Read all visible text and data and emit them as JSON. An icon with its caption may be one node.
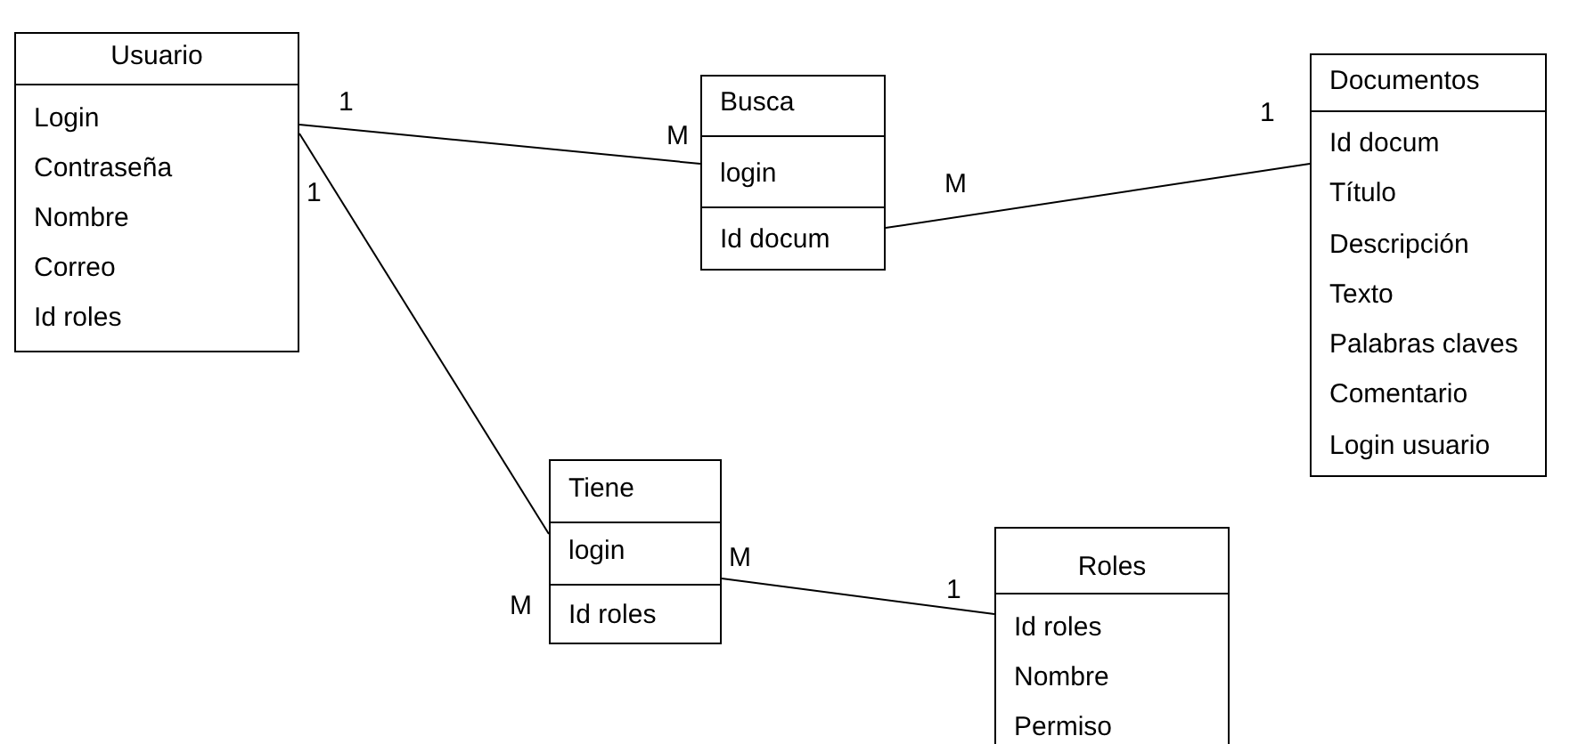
{
  "diagram": {
    "nodes": [
      {
        "text": [
          "Usuario",
          "Login",
          "Contraseña",
          "Nombre",
          "Correo",
          "Id roles"
        ]
      },
      {
        "text": [
          "Busca",
          "login",
          "Id docum"
        ]
      },
      {
        "text": [
          "Documentos",
          "Id docum",
          "Título",
          "Descripción",
          "Texto",
          "Palabras claves",
          "Comentario",
          "Login usuario"
        ]
      },
      {
        "text": [
          "Tiene",
          "login",
          "Id roles"
        ]
      },
      {
        "text": [
          "Roles",
          "Id roles",
          "Nombre",
          "Permiso"
        ]
      }
    ],
    "edges": [
      {
        "from": 0,
        "to": 1,
        "arrow": "none"
      },
      {
        "from": 1,
        "to": 2,
        "arrow": "none"
      },
      {
        "from": 0,
        "to": 3,
        "arrow": "none"
      },
      {
        "from": 3,
        "to": 4,
        "arrow": "none"
      }
    ],
    "labels": [
      "1",
      "M",
      "1",
      "M",
      "1",
      "M",
      "M",
      "1"
    ]
  }
}
